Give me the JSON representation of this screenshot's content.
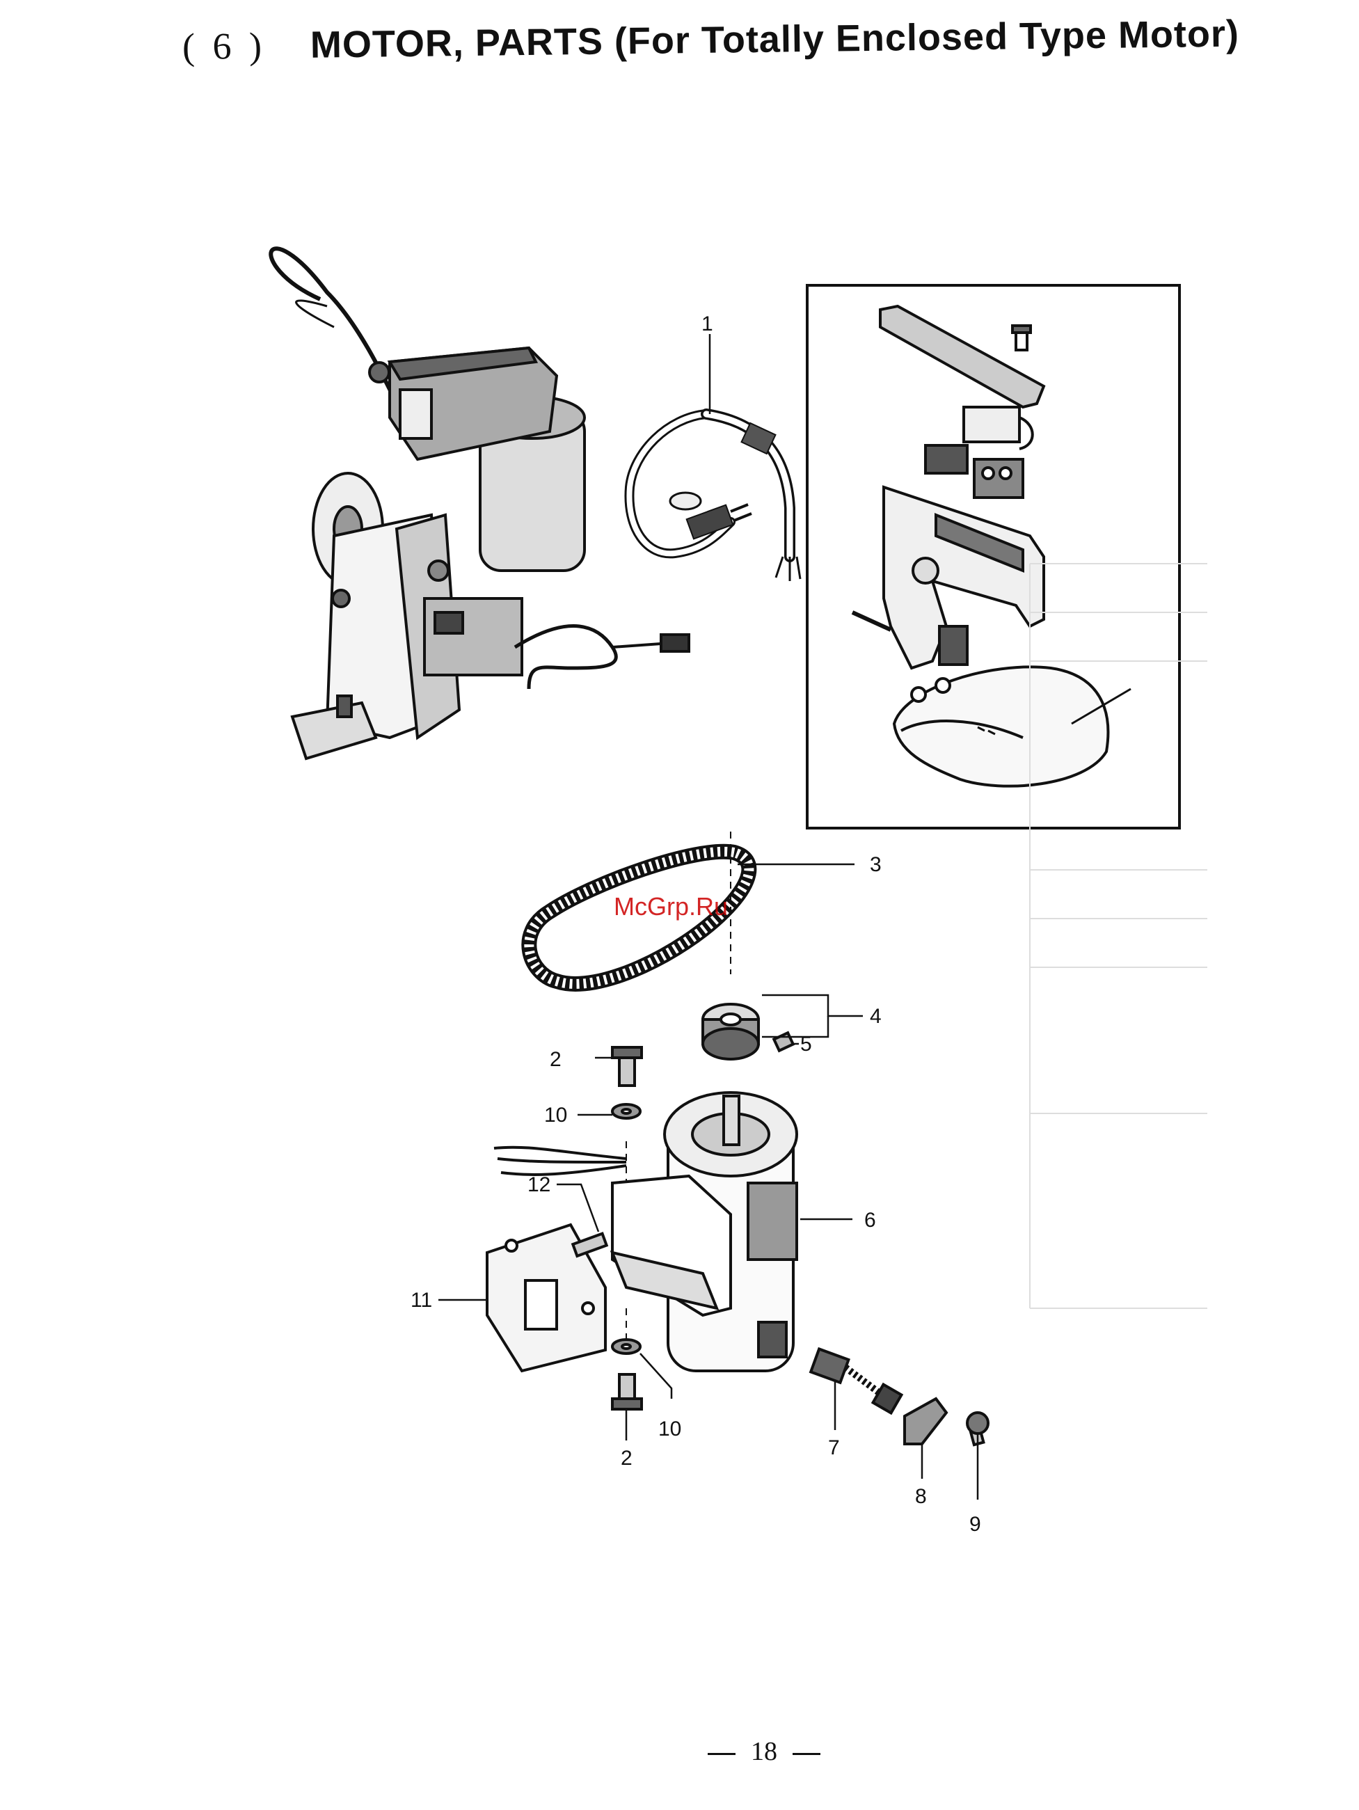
{
  "header": {
    "section_number": "( 6 )",
    "title": "MOTOR, PARTS (For Totally Enclosed Type Motor)"
  },
  "diagram": {
    "callouts": [
      {
        "id": "c1",
        "label": "1"
      },
      {
        "id": "c2a",
        "label": "2"
      },
      {
        "id": "c2b",
        "label": "2"
      },
      {
        "id": "c3",
        "label": "3"
      },
      {
        "id": "c4",
        "label": "4"
      },
      {
        "id": "c5",
        "label": "5"
      },
      {
        "id": "c6",
        "label": "6"
      },
      {
        "id": "c7",
        "label": "7"
      },
      {
        "id": "c8",
        "label": "8"
      },
      {
        "id": "c9",
        "label": "9"
      },
      {
        "id": "c10a",
        "label": "10"
      },
      {
        "id": "c10b",
        "label": "10"
      },
      {
        "id": "c11",
        "label": "11"
      },
      {
        "id": "c12",
        "label": "12"
      }
    ],
    "watermark": "McGrp.Ru"
  },
  "footer": {
    "page_number": "18"
  }
}
